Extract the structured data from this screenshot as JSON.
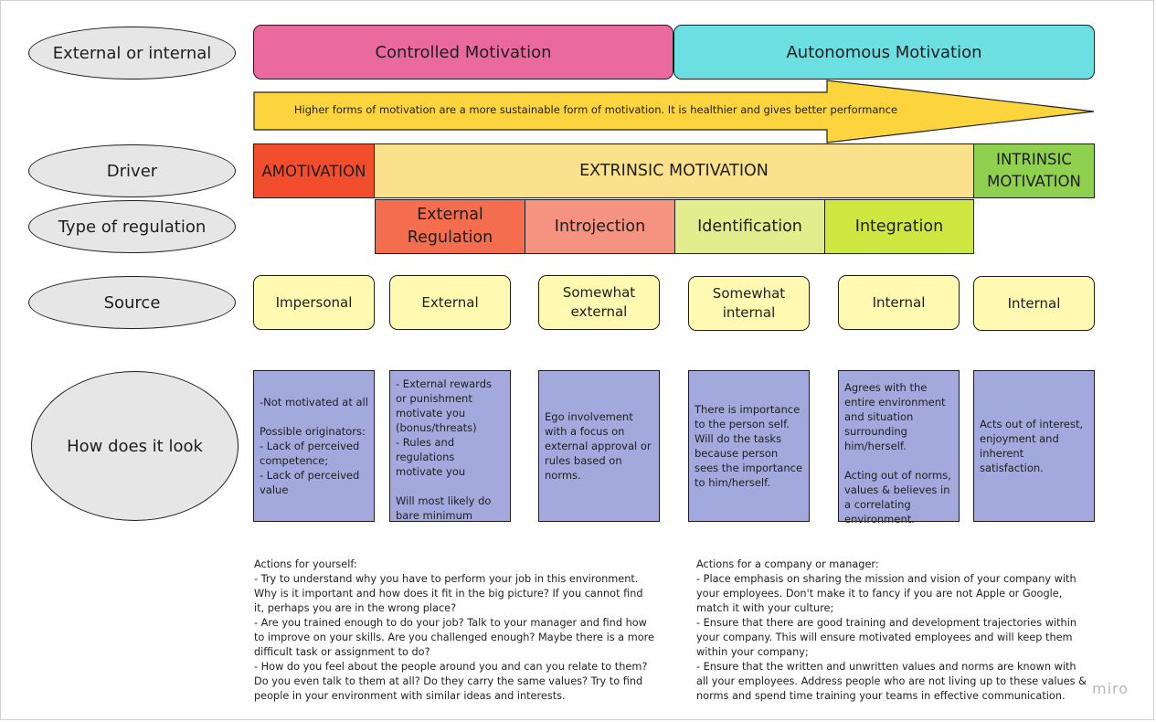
{
  "row_labels": {
    "external_internal": "External or internal",
    "driver": "Driver",
    "type_of_regulation": "Type of regulation",
    "source": "Source",
    "how_does_it_look": "How does it look"
  },
  "motivation": {
    "controlled": "Controlled Motivation",
    "autonomous": "Autonomous Motivation",
    "colors": {
      "controlled": "#ea6a9d",
      "autonomous": "#6cdfe3"
    }
  },
  "arrow": {
    "text": "Higher forms of motivation are a more sustainable form of motivation. It is healthier and gives better performance",
    "color": "#fcd43d"
  },
  "drivers": {
    "amotivation": "AMOTIVATION",
    "extrinsic": "EXTRINSIC MOTIVATION",
    "intrinsic": "INTRINSIC MOTIVATION",
    "colors": {
      "amotivation": "#f24d2c",
      "extrinsic": "#fce18d",
      "intrinsic": "#8fd14f"
    }
  },
  "regulations": {
    "external": "External Regulation",
    "introjection": "Introjection",
    "identification": "Identification",
    "integration": "Integration",
    "colors": {
      "external": "#f56d4f",
      "introjection": "#f69280",
      "identification": "#e2ee8e",
      "integration": "#cee741"
    }
  },
  "sources": {
    "impersonal": "Impersonal",
    "external": "External",
    "somewhat_external": "Somewhat external",
    "somewhat_internal": "Somewhat internal",
    "internal_1": "Internal",
    "internal_2": "Internal"
  },
  "looks": {
    "amotivation": "-Not motivated at all\n\nPossible originators:\n- Lack of perceived competence;\n- Lack of perceived value",
    "external": "- External rewards or punishment motivate you (bonus/threats)\n- Rules and regulations motivate you\n\nWill most likely do bare minimum",
    "introjection": "Ego involvement with a focus on external approval or rules based on norms.",
    "identification": "There is importance to the person self. Will do the tasks because person sees the importance to him/herself.",
    "integration": "Agrees with the entire environment and situation surrounding him/herself.\n\nActing out of norms, values & believes in a correlating environment.",
    "intrinsic": "Acts out of interest, enjoyment and inherent satisfaction."
  },
  "actions_self": {
    "title": "Actions for yourself:",
    "items": [
      "- Try to understand why you have to perform your job in this environment. Why is it important and how does it fit in the big picture? If you cannot find it, perhaps you are in the wrong place?",
      "- Are you trained enough to do your job? Talk to your manager and find how to improve on your skills. Are you challenged enough? Maybe there is a more difficult task or assignment to do?",
      "- How do you feel about the people around you and can you relate to them? Do you even talk to them at all? Do they carry the same values? Try to find people in your environment with similar ideas and interests."
    ]
  },
  "actions_company": {
    "title": "Actions for a company or manager:",
    "items": [
      "- Place emphasis on sharing the mission and vision of your company with your employees. Don't make it to fancy if you are not Apple or Google, match it with your culture;",
      "- Ensure that there are good training and development trajectories within your company. This will ensure motivated employees and will keep them within your company;",
      "- Ensure that the written and unwritten values and norms are known with all your employees. Address people who are not living up to these values & norms and spend time training your teams in effective communication."
    ]
  },
  "brand": "miro",
  "colors": {
    "oval_fill": "#e6e6e6",
    "source_fill": "#fff9b1",
    "look_fill": "#a3a9dc"
  }
}
